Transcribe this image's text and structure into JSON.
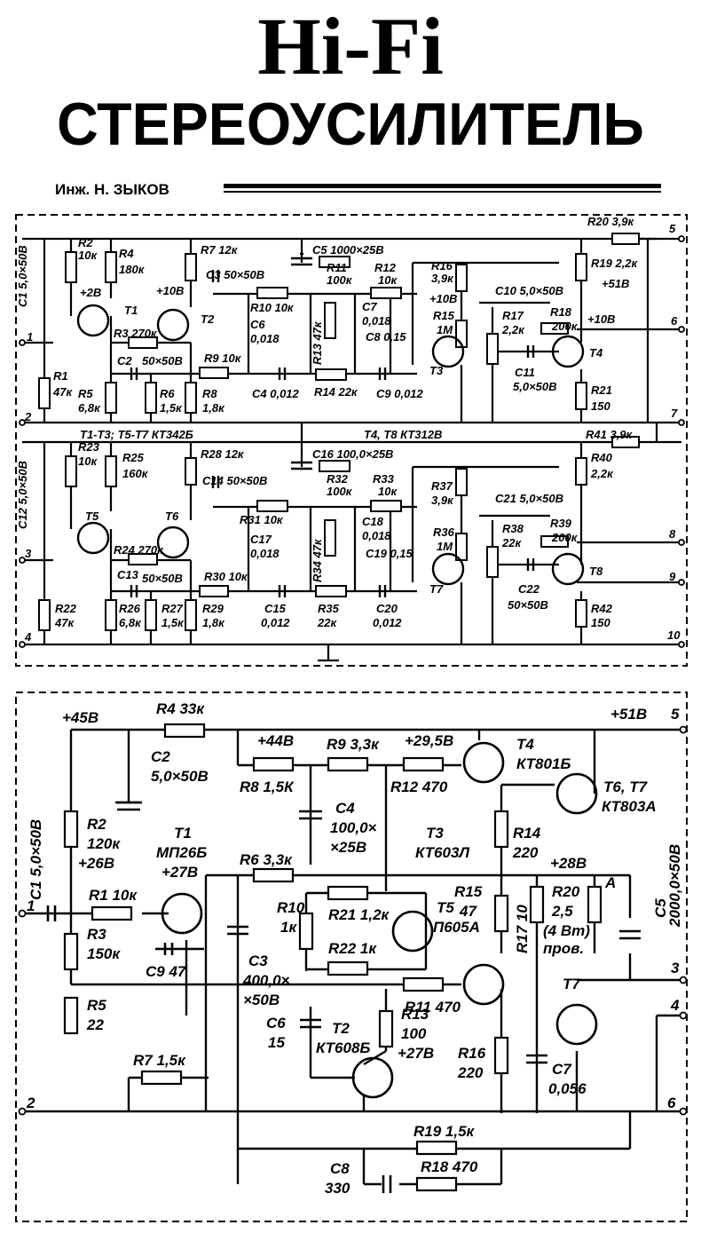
{
  "header": {
    "title": "Hi-Fi",
    "subtitle": "СТЕРЕОУСИЛИТЕЛЬ",
    "author": "Инж. Н. ЗЫКОВ"
  },
  "diagram1": {
    "labels": {
      "R20": "R20 3,9к",
      "p5": "5",
      "R2": "R2",
      "R2v": "10к",
      "R4": "R4",
      "R4v": "180к",
      "R7": "R7 12к",
      "C5": "C5 1000×25В",
      "C1": "C1 5,0×50В",
      "R11": "R11",
      "R11v": "100к",
      "R12": "R12",
      "R12v": "10к",
      "R16": "R16",
      "R16v": "3,9к",
      "R19": "R19 2,2к",
      "p51": "+51В",
      "C3": "C3 50×50В",
      "v2": "+2В",
      "v10a": "+10В",
      "T1": "T1",
      "T2": "T2",
      "R10": "R10 10к",
      "R3": "R3 270к",
      "C6": "C6",
      "C6v": "0,018",
      "R13": "R13 47к",
      "C7": "C7",
      "C7v": "0,018",
      "v10b": "+10В",
      "R15": "R15",
      "R15v": "1М",
      "C10": "C10 5,0×50В",
      "R18": "R18",
      "R18v": "200к",
      "v10c": "+10В",
      "p6": "6",
      "p1": "1",
      "R17": "R17",
      "R17v": "2,2к",
      "C8": "C8 0,15",
      "T3": "T3",
      "T4": "T4",
      "C2": "C2",
      "C2v": "50×50В",
      "R9": "R9 10к",
      "C11": "C11",
      "C11v": "5,0×50В",
      "R1": "R1",
      "R1v": "47к",
      "R5": "R5",
      "R5v": "6,8к",
      "R6": "R6",
      "R6v": "1,5к",
      "R8": "R8",
      "R8v": "1,8к",
      "C4": "C4 0,012",
      "R14": "R14 22к",
      "C9": "C9 0,012",
      "R21": "R21",
      "R21v": "150",
      "p2": "2",
      "p7": "7",
      "type1": "T1-T3; T5-T7   КТ342Б",
      "type2": "T4, T8   КТ312В",
      "R41": "R41 3,9к",
      "R23": "R23",
      "R23v": "10к",
      "R25": "R25",
      "R25v": "160к",
      "R28": "R28 12к",
      "C16": "C16 100,0×25В",
      "R40": "R40",
      "R40v": "2,2к",
      "C12": "C12 5,0×50В",
      "C14": "C14 50×50В",
      "R32": "R32",
      "R32v": "100к",
      "R33": "R33",
      "R33v": "10к",
      "R37": "R37",
      "R37v": "3,9к",
      "C21": "C21 5,0×50В",
      "T5": "T5",
      "T6": "T6",
      "R31": "R31 10к",
      "C17": "C17",
      "C17v": "0,018",
      "R34": "R34 47к",
      "C18": "C18",
      "C18v": "0,018",
      "R36": "R36",
      "R36v": "1М",
      "R38": "R38",
      "R38v": "22к",
      "R39": "R39",
      "R39v": "200к",
      "p8": "8",
      "R24": "R24 270к",
      "C19": "C19 0,15",
      "p3": "3",
      "C13": "C13",
      "C13v": "50×50В",
      "R30": "R30 10к",
      "T7": "T7",
      "T8": "T8",
      "p9": "9",
      "C22": "C22",
      "C22v": "50×50В",
      "R22": "R22",
      "R22v": "47к",
      "R26": "R26",
      "R26v": "6,8к",
      "R27": "R27",
      "R27v": "1,5к",
      "R29": "R29",
      "R29v": "1,8к",
      "C15": "C15",
      "C15v": "0,012",
      "R35": "R35",
      "R35v": "22к",
      "C20": "C20",
      "C20v": "0,012",
      "R42": "R42",
      "R42v": "150",
      "p4": "4",
      "p10": "10"
    }
  },
  "diagram2": {
    "labels": {
      "v45": "+45В",
      "R4": "R4 33к",
      "v51": "+51В",
      "p5": "5",
      "C2": "C2",
      "C2v": "5,0×50В",
      "v44": "+44В",
      "R9": "R9 3,3к",
      "v295": "+29,5В",
      "T4": "T4",
      "T4t": "КТ801Б",
      "R8": "R8 1,5К",
      "R12": "R12 470",
      "T67": "Т6, Т7",
      "T67t": "КТ803А",
      "R2": "R2",
      "R2v": "120к",
      "v26": "+26В",
      "C4": "C4",
      "C4v": "100,0×",
      "C4v2": "×25В",
      "T3": "Т3",
      "T3t": "КТ603Л",
      "R14": "R14",
      "R14v": "220",
      "T1": "Т1",
      "T1t": "МП26Б",
      "v27a": "+27В",
      "R6": "R6 3,3к",
      "v28": "+28В",
      "C5": "C5",
      "C5v": "2000,0×50В",
      "C1": "C1 5,0×50В",
      "p1": "1",
      "R1": "R1 10к",
      "R10": "R10",
      "R10v": "1к",
      "R21": "R21 1,2к",
      "T5": "Т5",
      "T5t": "П605А",
      "R15": "R15",
      "R15v": "47",
      "R20": "R20",
      "R20v": "2,5",
      "R20p": "(4 Вт)",
      "R20p2": "пров.",
      "pA": "А",
      "R3": "R3",
      "R3v": "150к",
      "C9": "C9 47",
      "R22": "R22 1к",
      "R17": "R17 10",
      "C3": "C3",
      "C3v": "400,0×",
      "C3v2": "×50В",
      "R11": "R11 470",
      "p3": "3",
      "p4": "4",
      "R5": "R5",
      "R5v": "22",
      "C6": "C6",
      "C6v": "15",
      "T2": "Т2",
      "T2t": "КТ608Б",
      "R13": "R13",
      "R13v": "100",
      "v27b": "+27В",
      "T7": "Т7",
      "R16": "R16",
      "R16v": "220",
      "C7": "C7",
      "C7v": "0,056",
      "R7": "R7 1,5к",
      "p2": "2",
      "p6": "6",
      "R19": "R19 1,5к",
      "C8": "C8",
      "C8v": "330",
      "R18": "R18 470"
    }
  }
}
